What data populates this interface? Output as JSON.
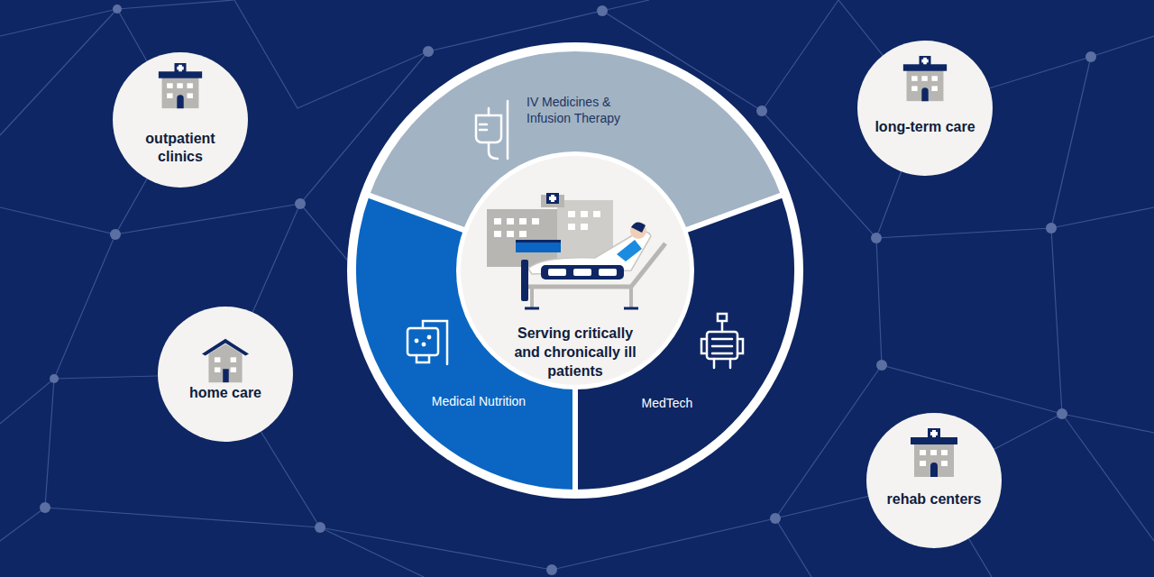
{
  "diagram": {
    "nodes": [
      {
        "text": [
          "outpatient clinics"
        ]
      },
      {
        "text": [
          "long-term care"
        ]
      },
      {
        "text": [
          "IV Medicines & Infusion Therapy"
        ]
      },
      {
        "text": [
          "Serving critically and chronically ill patients"
        ]
      },
      {
        "text": [
          "Medical Nutrition"
        ]
      },
      {
        "text": [
          "MedTech"
        ]
      },
      {
        "text": [
          "home care"
        ]
      },
      {
        "text": [
          "rehab centers"
        ]
      }
    ]
  }
}
